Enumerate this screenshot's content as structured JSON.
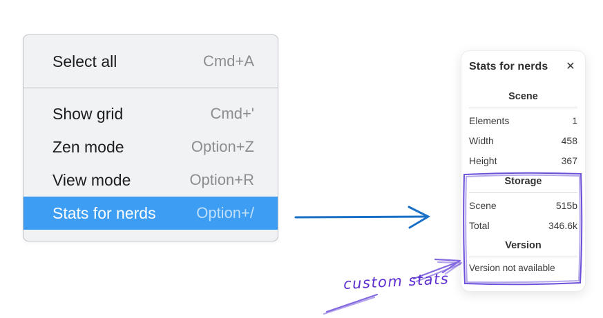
{
  "theme": {
    "menu-bg": "#f1f2f3",
    "menu-border": "#bdc0c4",
    "menu-divider": "#b9bdc1",
    "menu-text": "#1d1d1f",
    "menu-shortcut": "#8b8d90",
    "highlight-bg": "#3d9df3",
    "arrow-blue": "#1a6fc7",
    "annotation-purple": "#6b4fd8",
    "annotation-purple-light": "#8468e0",
    "annotation-text": "#5e2fd0",
    "panel-text": "#3b3b3b",
    "divider": "#d8d8d8"
  },
  "context_menu": {
    "sections": [
      {
        "items": [
          {
            "label": "Select all",
            "shortcut": "Cmd+A",
            "highlighted": false
          }
        ]
      },
      {
        "items": [
          {
            "label": "Show grid",
            "shortcut": "Cmd+'",
            "highlighted": false
          },
          {
            "label": "Zen mode",
            "shortcut": "Option+Z",
            "highlighted": false
          },
          {
            "label": "View mode",
            "shortcut": "Option+R",
            "highlighted": false
          },
          {
            "label": "Stats for nerds",
            "shortcut": "Option+/",
            "highlighted": true
          }
        ]
      }
    ]
  },
  "stats_panel": {
    "title": "Stats for nerds",
    "close_icon": "✕",
    "sections": [
      {
        "heading": "Scene",
        "rows": [
          [
            "Elements",
            "1"
          ],
          [
            "Width",
            "458"
          ],
          [
            "Height",
            "367"
          ]
        ]
      },
      {
        "heading": "Storage",
        "rows": [
          [
            "Scene",
            "515b"
          ],
          [
            "Total",
            "346.6k"
          ]
        ]
      },
      {
        "heading": "Version",
        "rows": [],
        "note": "Version not available"
      }
    ]
  },
  "annotations": {
    "label": "custom stats"
  }
}
